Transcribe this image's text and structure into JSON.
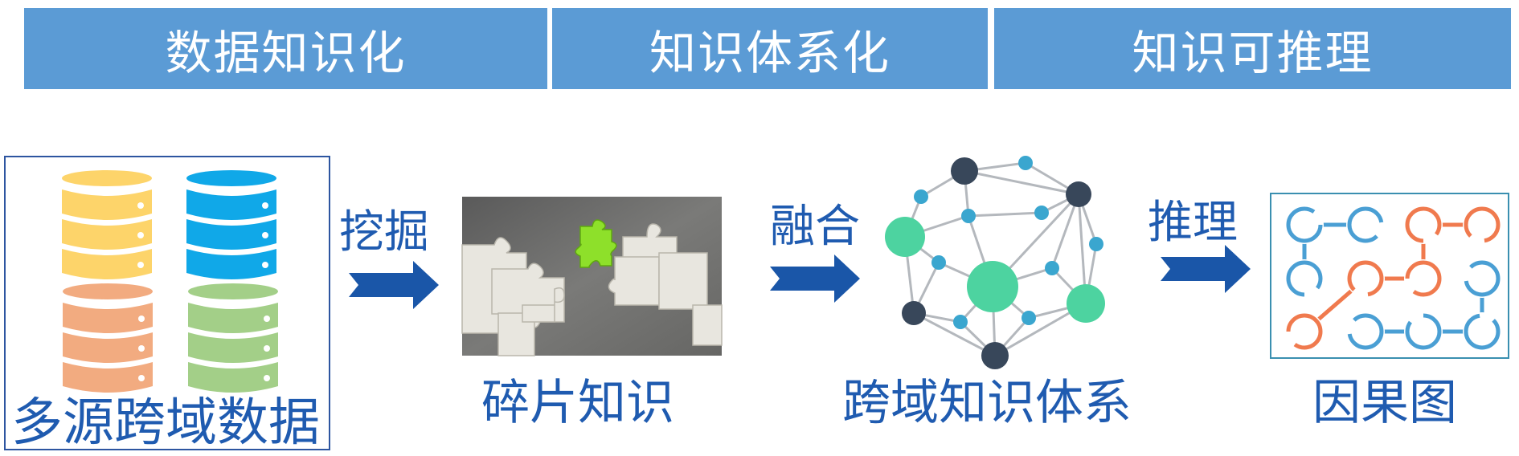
{
  "header": {
    "stages": [
      "数据知识化",
      "知识体系化",
      "知识可推理"
    ]
  },
  "nodes": {
    "source": "多源跨域数据",
    "fragments": "碎片知识",
    "system": "跨域知识体系",
    "causal": "因果图"
  },
  "arrows": {
    "mine": "挖掘",
    "fuse": "融合",
    "infer": "推理"
  },
  "colors": {
    "header": "#5b9bd5",
    "text": "#1f5bb0",
    "arrow": "#1a56a8",
    "db": [
      "#fdd46a",
      "#10a8e8",
      "#f2ab80",
      "#a3cf88"
    ],
    "graph_green": "#4dd3a0",
    "graph_dark": "#38475a",
    "graph_blue": "#3aa6cf",
    "causal_blue": "#4a9fd4",
    "causal_orange": "#f07a4e"
  }
}
